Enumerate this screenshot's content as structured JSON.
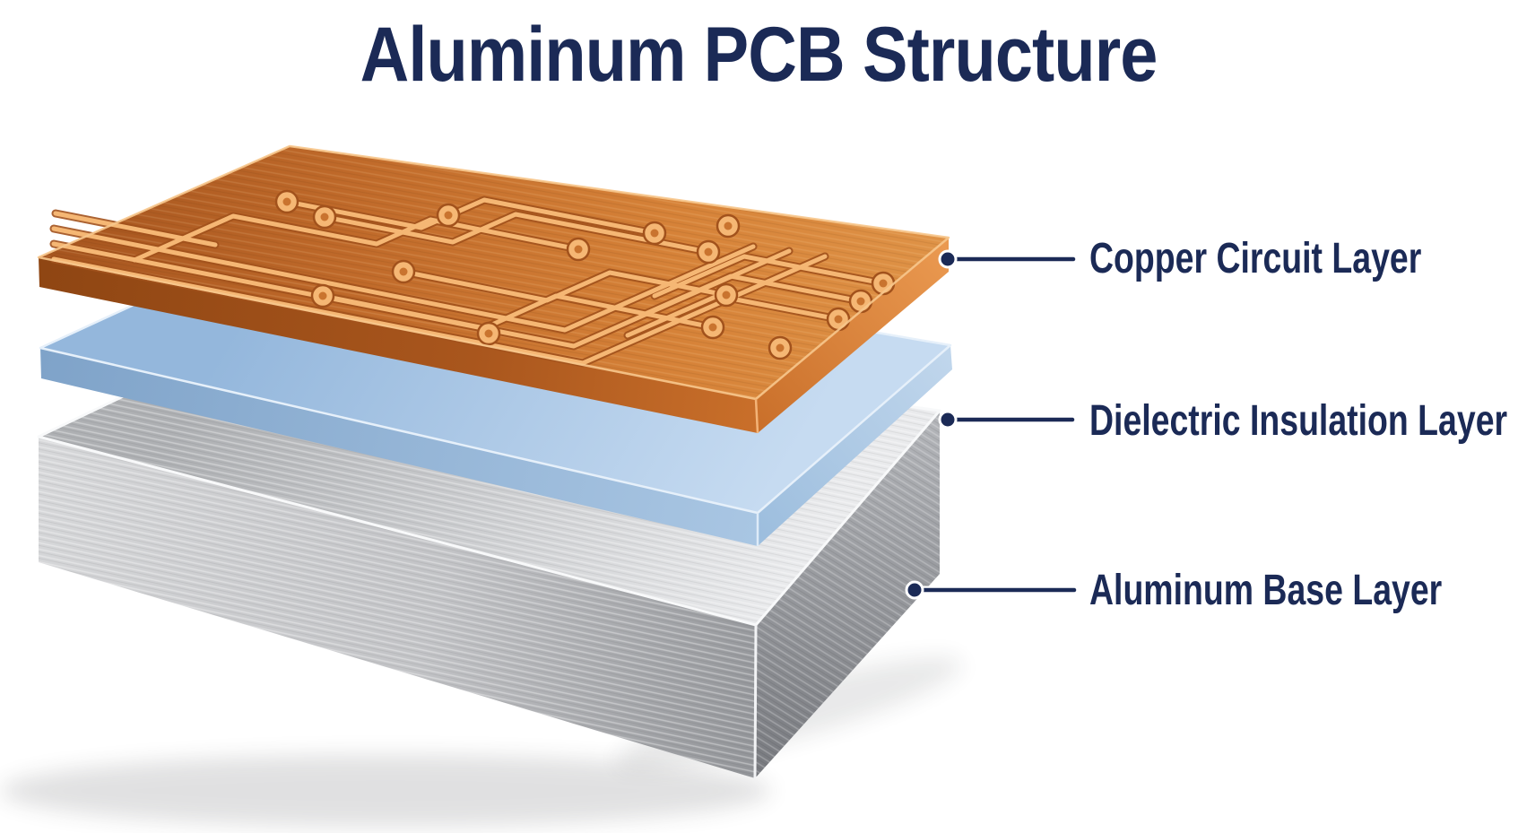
{
  "title": "Aluminum PCB Structure",
  "labels": [
    {
      "id": "copper",
      "text": "Copper Circuit Layer"
    },
    {
      "id": "dielectric",
      "text": "Dielectric Insulation Layer"
    },
    {
      "id": "aluminum",
      "text": "Aluminum Base Layer"
    }
  ],
  "layers": [
    {
      "name": "Copper Circuit Layer",
      "position": "top",
      "color": "#c9742f"
    },
    {
      "name": "Dielectric Insulation Layer",
      "position": "middle",
      "color": "#a9c7e6"
    },
    {
      "name": "Aluminum Base Layer",
      "position": "bottom",
      "color": "#c6c8ca"
    }
  ],
  "colors": {
    "title_text": "#1b2a56",
    "label_text": "#1b2a56",
    "leader_line": "#1b2a56",
    "copper_accent": "#c9742f",
    "dielectric_accent": "#a9c7e6",
    "aluminum_accent": "#c6c8ca",
    "background": "#ffffff"
  }
}
